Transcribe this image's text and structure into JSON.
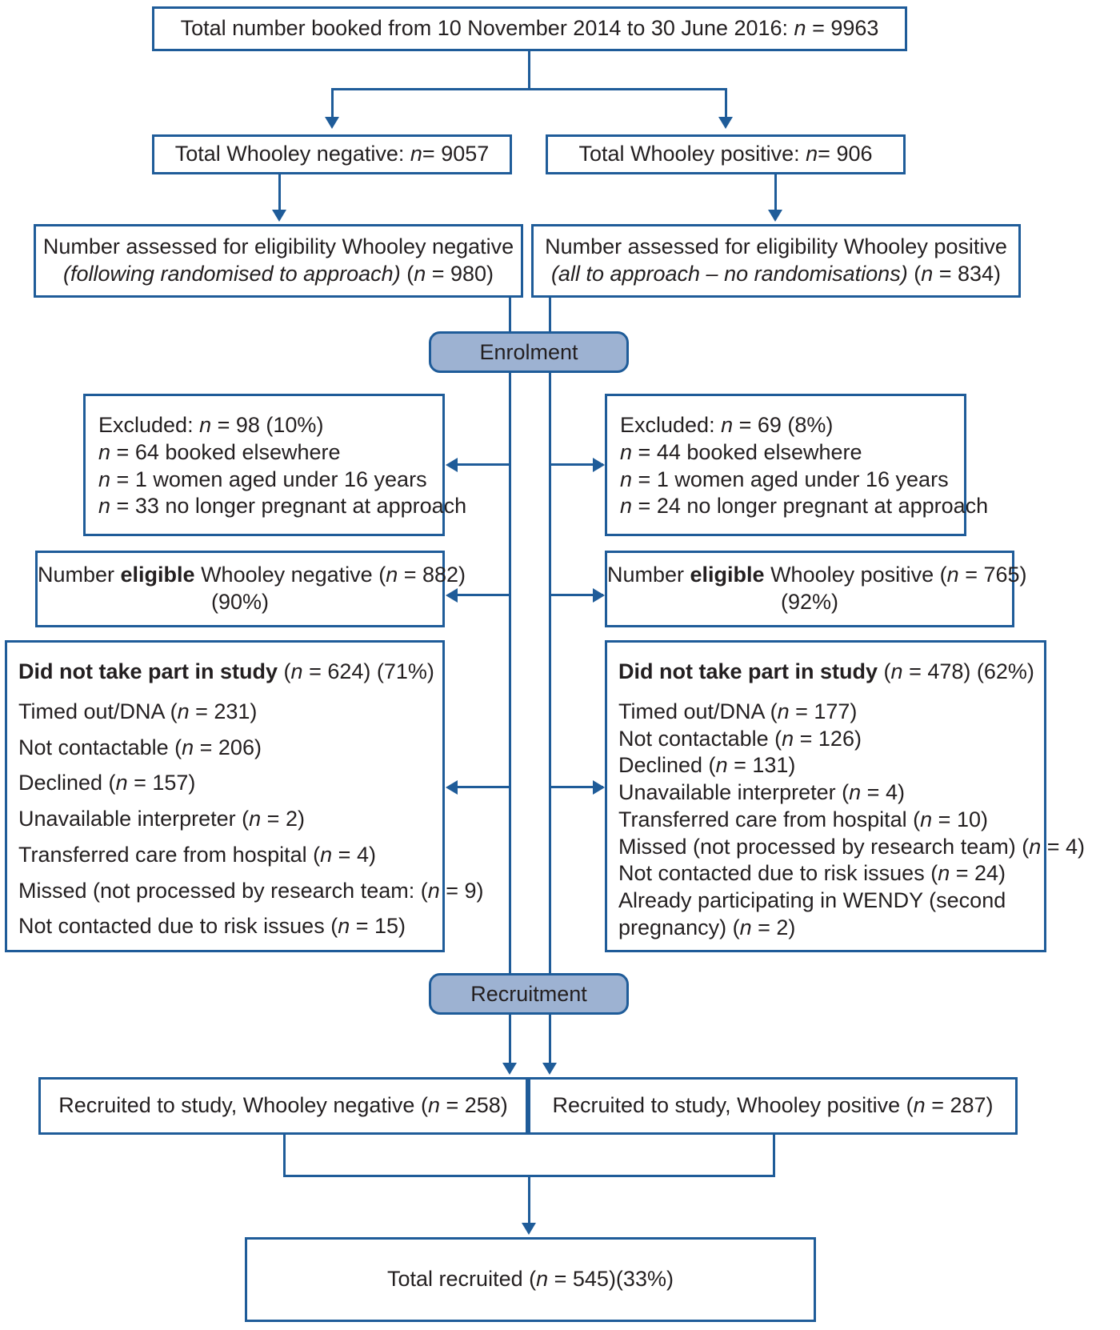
{
  "diagram": {
    "title": "CONSORT-style participant flow diagram",
    "colors": {
      "border": "#1f5c99",
      "pill_fill": "#9db2d2",
      "text": "#231f20",
      "background": "#ffffff"
    },
    "stages": {
      "enrolment": "Enrolment",
      "recruitment": "Recruitment"
    },
    "top": {
      "label_pre": "Total number booked from 10 November 2014 to 30 June 2016: ",
      "n_italic": "n",
      "label_post": " = 9963",
      "full": "Total number booked from 10 November 2014 to 30 June 2016: n = 9963",
      "value": 9963,
      "date_from": "10 November 2014",
      "date_to": "30 June 2016"
    },
    "whooley_negative": {
      "total_label": "Total Whooley negative: ",
      "total_value": "= 9057",
      "total_n": 9057,
      "assessed_line1": "Number assessed for eligibility Whooley negative",
      "assessed_line2_italic": "(following randomised to approach)",
      "assessed_line2_tail": " (n = 980)",
      "assessed_n": 980,
      "excluded": {
        "heading_label": "Excluded: ",
        "heading_value": " = 98 (10%)",
        "n": 98,
        "percent": "10%",
        "reasons": [
          {
            "n": "= 64",
            "text": " booked elsewhere"
          },
          {
            "n": "= 1",
            "text": " women aged under 16 years"
          },
          {
            "n": "= 33",
            "text": " no longer pregnant at approach"
          }
        ]
      },
      "eligible_pre": "Number ",
      "eligible_bold": "eligible",
      "eligible_post": " Whooley negative (n = 882)",
      "eligible_percent": "(90%)",
      "eligible_n": 882,
      "did_not_take_part": {
        "heading_bold": "Did not take part in study",
        "heading_tail": " (n = 624) (71%)",
        "n": 624,
        "percent": "71%",
        "items": [
          "Timed out/DNA (n = 231)",
          "Not contactable (n = 206)",
          "Declined (n = 157)",
          "Unavailable interpreter (n = 2)",
          "Transferred care from hospital (n = 4)",
          "Missed (not processed by research team: (n = 9)",
          "Not contacted due to risk issues (n = 15)"
        ]
      },
      "recruited": "Recruited to study, Whooley negative (n = 258)",
      "recruited_n": 258
    },
    "whooley_positive": {
      "total_label": "Total Whooley positive: ",
      "total_value": "= 906",
      "total_n": 906,
      "assessed_line1": "Number assessed for eligibility Whooley positive",
      "assessed_line2_italic": "(all to approach – no randomisations)",
      "assessed_line2_tail": " (n = 834)",
      "assessed_n": 834,
      "excluded": {
        "heading_label": "Excluded: ",
        "heading_value": " = 69 (8%)",
        "n": 69,
        "percent": "8%",
        "reasons": [
          {
            "n": "= 44",
            "text": " booked elsewhere"
          },
          {
            "n": "= 1",
            "text": " women aged under 16 years"
          },
          {
            "n": "= 24",
            "text": " no longer pregnant at approach"
          }
        ]
      },
      "eligible_pre": "Number ",
      "eligible_bold": "eligible",
      "eligible_post": " Whooley positive (n = 765)",
      "eligible_percent": "(92%)",
      "eligible_n": 765,
      "did_not_take_part": {
        "heading_bold": "Did not take part in study",
        "heading_tail": " (n = 478) (62%)",
        "n": 478,
        "percent": "62%",
        "items": [
          "Timed out/DNA (n = 177)",
          "Not contactable (n = 126)",
          "Declined (n = 131)",
          "Unavailable interpreter (n = 4)",
          "Transferred care from hospital (n = 10)",
          "Missed (not processed by research team) (n = 4)",
          "Not contacted due to risk issues (n = 24)",
          "Already participating in WENDY (second",
          "pregnancy) (n = 2)"
        ]
      },
      "recruited": "Recruited to study, Whooley positive (n = 287)",
      "recruited_n": 287
    },
    "total_recruited": {
      "text": "Total recruited (n = 545)(33%)",
      "n": 545,
      "percent": "33%"
    }
  }
}
